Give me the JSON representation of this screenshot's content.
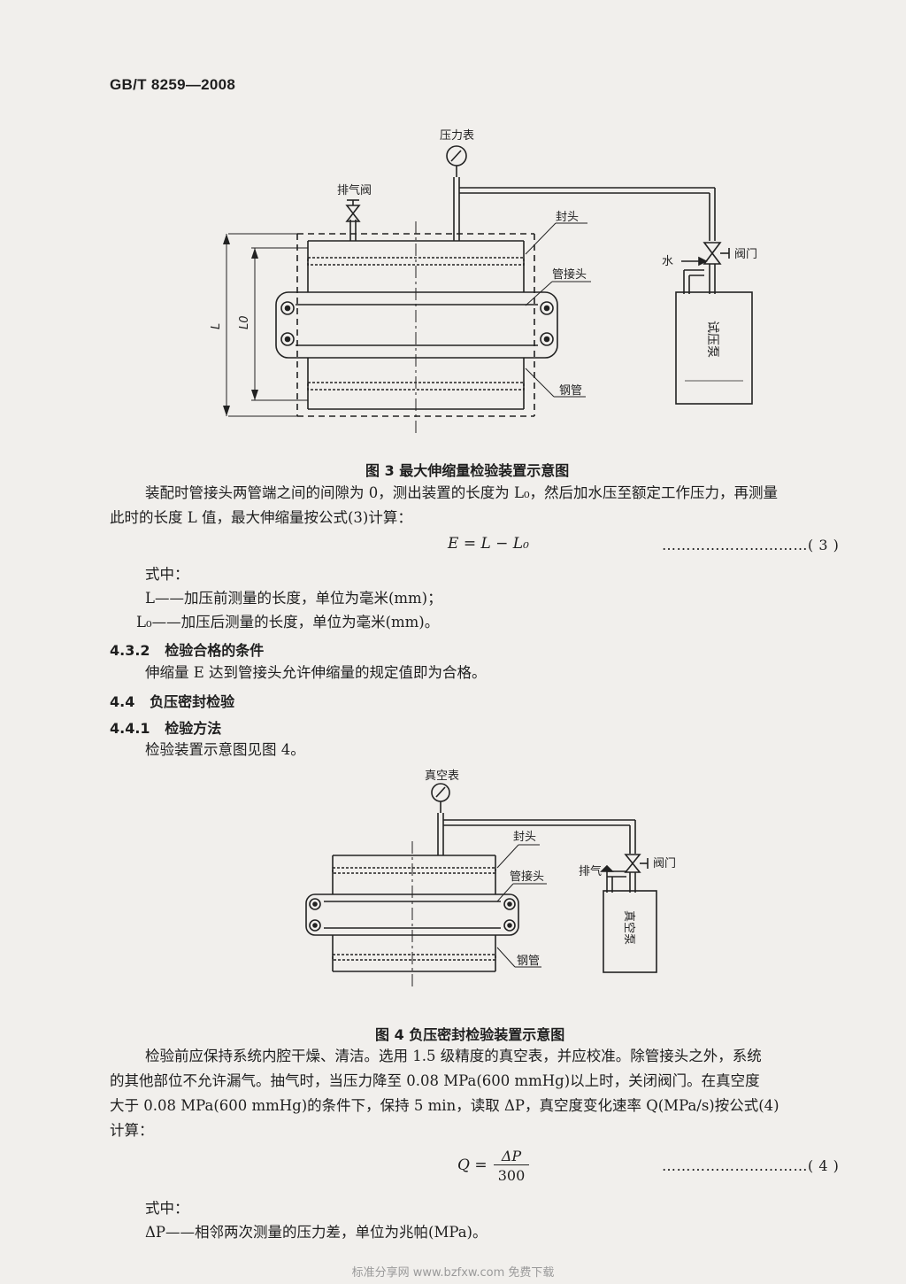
{
  "header": {
    "code": "GB/T 8259—2008"
  },
  "figure3": {
    "labels": {
      "gauge": "压力表",
      "vent": "排气阀",
      "cap": "封头",
      "coupling": "管接头",
      "pipe": "钢管",
      "water": "水",
      "valve": "阀门",
      "pump": "试压泵",
      "dim_L": "L",
      "dim_L0": "L0"
    },
    "caption": "图 3   最大伸缩量检验装置示意图"
  },
  "para1": {
    "line1": "装配时管接头两管端之间的间隙为 0，测出装置的长度为 L₀，然后加水压至额定工作压力，再测量",
    "line2": "此时的长度 L 值，最大伸缩量按公式(3)计算："
  },
  "formula3": {
    "expr": "E = L − L₀",
    "number": "…………………………( 3 )"
  },
  "where1": {
    "intro": "式中：",
    "item1": "L——加压前测量的长度，单位为毫米(mm)；",
    "item2": "L₀——加压后测量的长度，单位为毫米(mm)。"
  },
  "sec432": {
    "number": "4.3.2",
    "title": "检验合格的条件"
  },
  "sec432_text": "伸缩量 E 达到管接头允许伸缩量的规定值即为合格。",
  "sec44": {
    "number": "4.4",
    "title": "负压密封检验"
  },
  "sec441": {
    "number": "4.4.1",
    "title": "检验方法"
  },
  "sec441_text": "检验装置示意图见图 4。",
  "figure4": {
    "labels": {
      "gauge": "真空表",
      "cap": "封头",
      "coupling": "管接头",
      "pipe": "钢管",
      "exhaust": "排气",
      "valve": "阀门",
      "pump": "真空泵"
    },
    "caption": "图 4   负压密封检验装置示意图"
  },
  "para2": {
    "line1": "检验前应保持系统内腔干燥、清洁。选用 1.5 级精度的真空表，并应校准。除管接头之外，系统",
    "line2": "的其他部位不允许漏气。抽气时，当压力降至 0.08 MPa(600 mmHg)以上时，关闭阀门。在真空度",
    "line3": "大于 0.08 MPa(600 mmHg)的条件下，保持 5 min，读取 ΔP，真空度变化速率 Q(MPa/s)按公式(4)",
    "line4": "计算："
  },
  "formula4": {
    "lhs": "Q =",
    "numerator": "ΔP",
    "denominator": "300",
    "number": "…………………………( 4 )"
  },
  "where2": {
    "intro": "式中：",
    "item1": "ΔP——相邻两次测量的压力差，单位为兆帕(MPa)。"
  },
  "footer": {
    "text": "标准分享网 www.bzfxw.com 免费下载"
  }
}
